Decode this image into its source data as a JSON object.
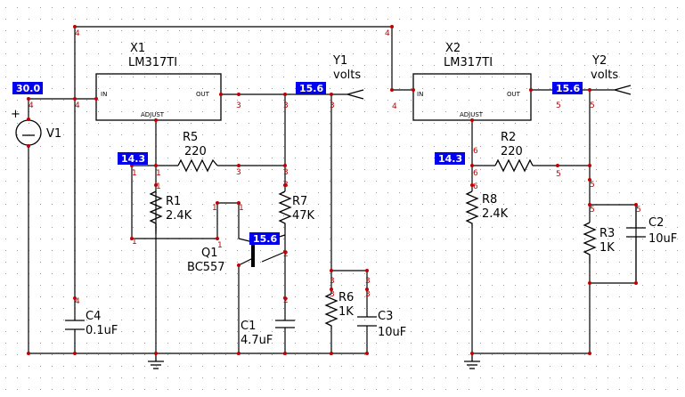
{
  "source": {
    "name": "V1",
    "plus": "+"
  },
  "regulators": [
    {
      "ref": "X1",
      "part": "LM317TI",
      "pin_in": "IN",
      "pin_out": "OUT",
      "pin_adj": "ADJUST"
    },
    {
      "ref": "X2",
      "part": "LM317TI",
      "pin_in": "IN",
      "pin_out": "OUT",
      "pin_adj": "ADJUST"
    }
  ],
  "resistors": [
    {
      "ref": "R5",
      "value": "220"
    },
    {
      "ref": "R1",
      "value": "2.4K"
    },
    {
      "ref": "R7",
      "value": "47K"
    },
    {
      "ref": "R6",
      "value": "1K"
    },
    {
      "ref": "R2",
      "value": "220"
    },
    {
      "ref": "R8",
      "value": "2.4K"
    },
    {
      "ref": "R3",
      "value": "1K"
    }
  ],
  "capacitors": [
    {
      "ref": "C4",
      "value": "0.1uF"
    },
    {
      "ref": "C1",
      "value": "4.7uF"
    },
    {
      "ref": "C3",
      "value": "10uF"
    },
    {
      "ref": "C2",
      "value": "10uF"
    }
  ],
  "transistor": {
    "ref": "Q1",
    "part": "BC557"
  },
  "probes": [
    {
      "name": "Y1",
      "unit": "volts"
    },
    {
      "name": "Y2",
      "unit": "volts"
    }
  ],
  "node_voltages": {
    "input": "30.0",
    "out1": "15.6",
    "adj1": "14.3",
    "q1": "15.6",
    "out2": "15.6",
    "adj2": "14.3"
  },
  "node_numbers": {
    "n1": "1",
    "n2": "2",
    "n3": "3",
    "n4": "4",
    "n5": "5",
    "n6": "6"
  },
  "colors": {
    "wire": "#000000",
    "node_dot": "#c00000",
    "value_flag": "#0000ee",
    "grid_dot": "#9a9a9a"
  }
}
